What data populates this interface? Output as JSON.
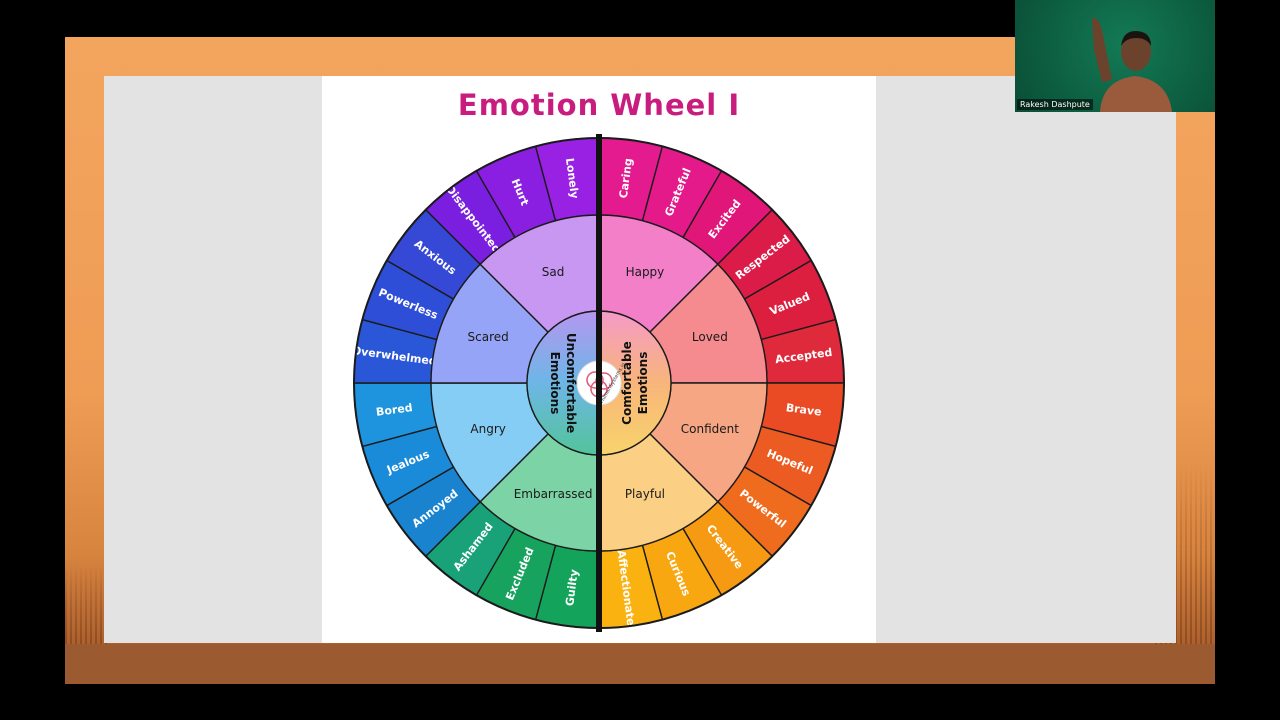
{
  "slide": {
    "title": "Emotion Wheel I",
    "center_left": [
      "Uncomfortable",
      "Emotions"
    ],
    "center_right": [
      "Comfortable",
      "Emotions"
    ],
    "logo_text": "HumanSystems.in",
    "colors": {
      "title": "#c81d7e",
      "divider": "#111111"
    },
    "core_emotions": [
      {
        "label": "Happy",
        "color": "#f47fc9"
      },
      {
        "label": "Loved",
        "color": "#f58a8f"
      },
      {
        "label": "Confident",
        "color": "#f7a683"
      },
      {
        "label": "Playful",
        "color": "#fbd085"
      },
      {
        "label": "Embarrassed",
        "color": "#7cd4a6"
      },
      {
        "label": "Angry",
        "color": "#86cdf6"
      },
      {
        "label": "Scared",
        "color": "#95a4f6"
      },
      {
        "label": "Sad",
        "color": "#c797f2"
      }
    ],
    "outer_emotions": [
      {
        "label": "Caring",
        "color": "#e31b8f"
      },
      {
        "label": "Grateful",
        "color": "#e4198a"
      },
      {
        "label": "Excited",
        "color": "#e01778"
      },
      {
        "label": "Respected",
        "color": "#dc1c48"
      },
      {
        "label": "Valued",
        "color": "#dc1f3e"
      },
      {
        "label": "Accepted",
        "color": "#de2a3a"
      },
      {
        "label": "Brave",
        "color": "#ea4a24"
      },
      {
        "label": "Hopeful",
        "color": "#ec5b22"
      },
      {
        "label": "Powerful",
        "color": "#ef6c1e"
      },
      {
        "label": "Creative",
        "color": "#f59a12"
      },
      {
        "label": "Curious",
        "color": "#f8a710"
      },
      {
        "label": "Affectionate",
        "color": "#f9b20f"
      },
      {
        "label": "Guilty",
        "color": "#14a35a"
      },
      {
        "label": "Excluded",
        "color": "#17a35e"
      },
      {
        "label": "Ashamed",
        "color": "#19a277"
      },
      {
        "label": "Annoyed",
        "color": "#1a83cf"
      },
      {
        "label": "Jealous",
        "color": "#1a8bd8"
      },
      {
        "label": "Bored",
        "color": "#1e93de"
      },
      {
        "label": "Overwhelmed",
        "color": "#2a57d8"
      },
      {
        "label": "Powerless",
        "color": "#2f4ed8"
      },
      {
        "label": "Anxious",
        "color": "#3548d6"
      },
      {
        "label": "Disappointed",
        "color": "#7a1fe0"
      },
      {
        "label": "Hurt",
        "color": "#8a1fe2"
      },
      {
        "label": "Lonely",
        "color": "#9921e3"
      }
    ]
  },
  "webcam": {
    "participant_name": "Rakesh Dashpute"
  }
}
